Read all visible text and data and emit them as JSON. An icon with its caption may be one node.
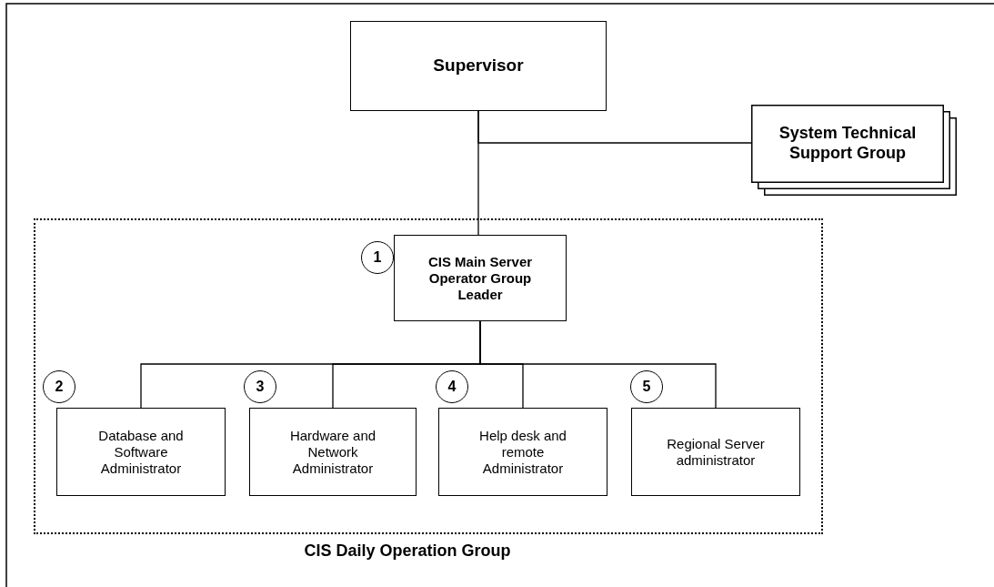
{
  "diagram": {
    "nodes": [
      {
        "text": [
          "Supervisor"
        ]
      },
      {
        "text": [
          "System Technical Support Group"
        ]
      },
      {
        "text": [
          "CIS Daily Operation Group"
        ]
      },
      {
        "text": [
          "1"
        ],
        "in": 2
      },
      {
        "text": [
          "CIS Main Server Operator Group Leader"
        ],
        "in": 2
      },
      {
        "text": [
          "2"
        ],
        "in": 2
      },
      {
        "text": [
          "Database and Software Administrator"
        ],
        "in": 2
      },
      {
        "text": [
          "3"
        ],
        "in": 2
      },
      {
        "text": [
          "Hardware and Network Administrator"
        ],
        "in": 2
      },
      {
        "text": [
          "4"
        ],
        "in": 2
      },
      {
        "text": [
          "Help desk and remote Administrator"
        ],
        "in": 2
      },
      {
        "text": [
          "5"
        ],
        "in": 2
      },
      {
        "text": [
          "Regional Server administrator"
        ],
        "in": 2
      }
    ],
    "edges": [
      {
        "from": 0,
        "to": 4,
        "arrow": "none"
      },
      {
        "from": 0,
        "to": 1,
        "arrow": "none"
      },
      {
        "from": 4,
        "to": 6,
        "arrow": "none"
      },
      {
        "from": 4,
        "to": 8,
        "arrow": "none"
      },
      {
        "from": 4,
        "to": 10,
        "arrow": "none"
      },
      {
        "from": 4,
        "to": 12,
        "arrow": "none"
      }
    ]
  }
}
